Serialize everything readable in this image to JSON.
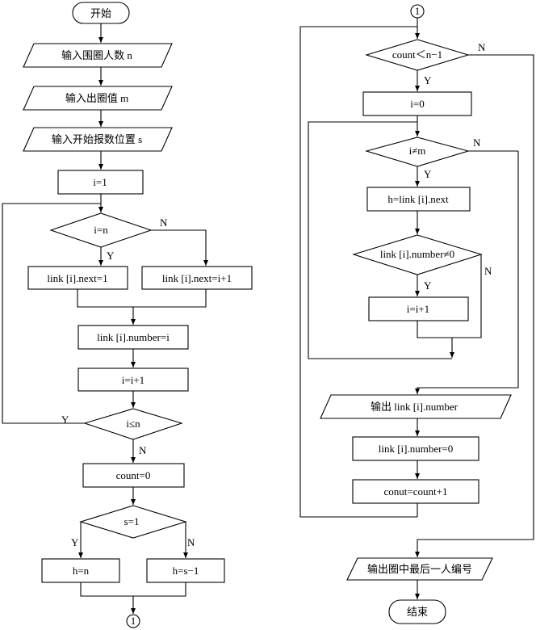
{
  "left": {
    "start": "开始",
    "input_n": "输入围圈人数 n",
    "input_m": "输入出圈值 m",
    "input_s": "输入开始报数位置 s",
    "init_i": "i=1",
    "cond_i_eq_n": "i=n",
    "next_first": "link [i].next=1",
    "next_else": "link [i].next=i+1",
    "number_i": "link [i].number=i",
    "inc_i": "i=i+1",
    "cond_i_le_n": "i≤n",
    "count_zero": "count=0",
    "cond_s_eq_1": "s=1",
    "h_n": "h=n",
    "h_s_minus_1": "h=s−1",
    "connector": "1"
  },
  "right": {
    "connector": "1",
    "cond_count": "count＜n−1",
    "i_zero": "i=0",
    "cond_i_ne_m": "i≠m",
    "h_next": "h=link [i].next",
    "cond_number_ne_0": "link [i].number≠0",
    "inc_i": "i=i+1",
    "output_number": "输出 link [i].number",
    "number_zero": "link [i].number=0",
    "conut_inc": "conut=count+1",
    "output_last": "输出圈中最后一人编号",
    "end": "结束"
  },
  "branch_labels": {
    "yes": "Y",
    "no": "N"
  }
}
